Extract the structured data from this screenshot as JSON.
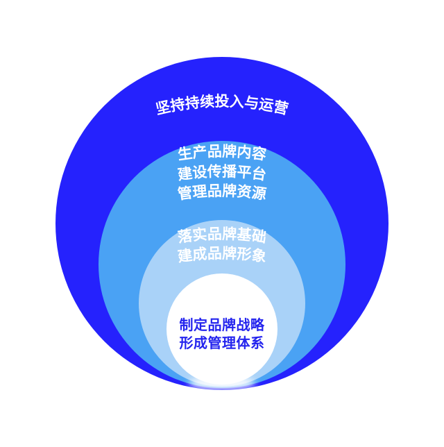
{
  "page": {
    "background": "#ffffff"
  },
  "diagram": {
    "type": "concentric-circles",
    "rings": [
      {
        "id": "ring-outer",
        "fill": "#2522FD",
        "text_color": "#FFFFFF",
        "lines": [
          "坚持持续投入与运营"
        ]
      },
      {
        "id": "ring-content",
        "fill": "#4AA2F4",
        "text_color": "#FFFFFF",
        "lines": [
          "生产品牌内容",
          "建设传播平台",
          "管理品牌资源"
        ]
      },
      {
        "id": "ring-foundation",
        "fill": "#A9D2F8",
        "text_color": "#FFFFFF",
        "lines": [
          "落实品牌基础",
          "建成品牌形象"
        ]
      },
      {
        "id": "ring-core",
        "fill": "#FFFFFF",
        "text_color": "#2424EE",
        "lines": [
          "制定品牌战略",
          "形成管理体系"
        ]
      }
    ]
  }
}
